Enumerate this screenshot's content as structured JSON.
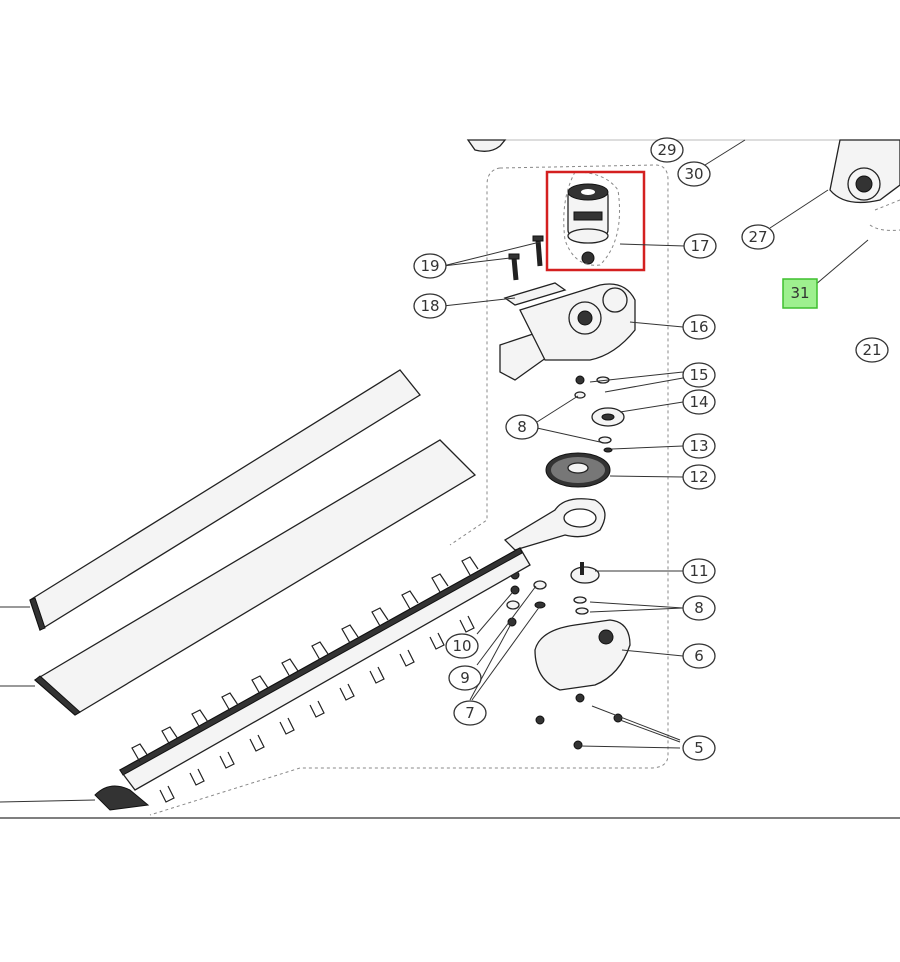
{
  "callouts": [
    "29",
    "30",
    "27",
    "31",
    "21",
    "17",
    "19",
    "18",
    "16",
    "15",
    "14",
    "8",
    "13",
    "12",
    "11",
    "8",
    "6",
    "10",
    "9",
    "7",
    "5"
  ],
  "colors": {
    "highlight_box": "#d42020",
    "highlight_label": "#3fbf2f",
    "line": "#222222"
  }
}
